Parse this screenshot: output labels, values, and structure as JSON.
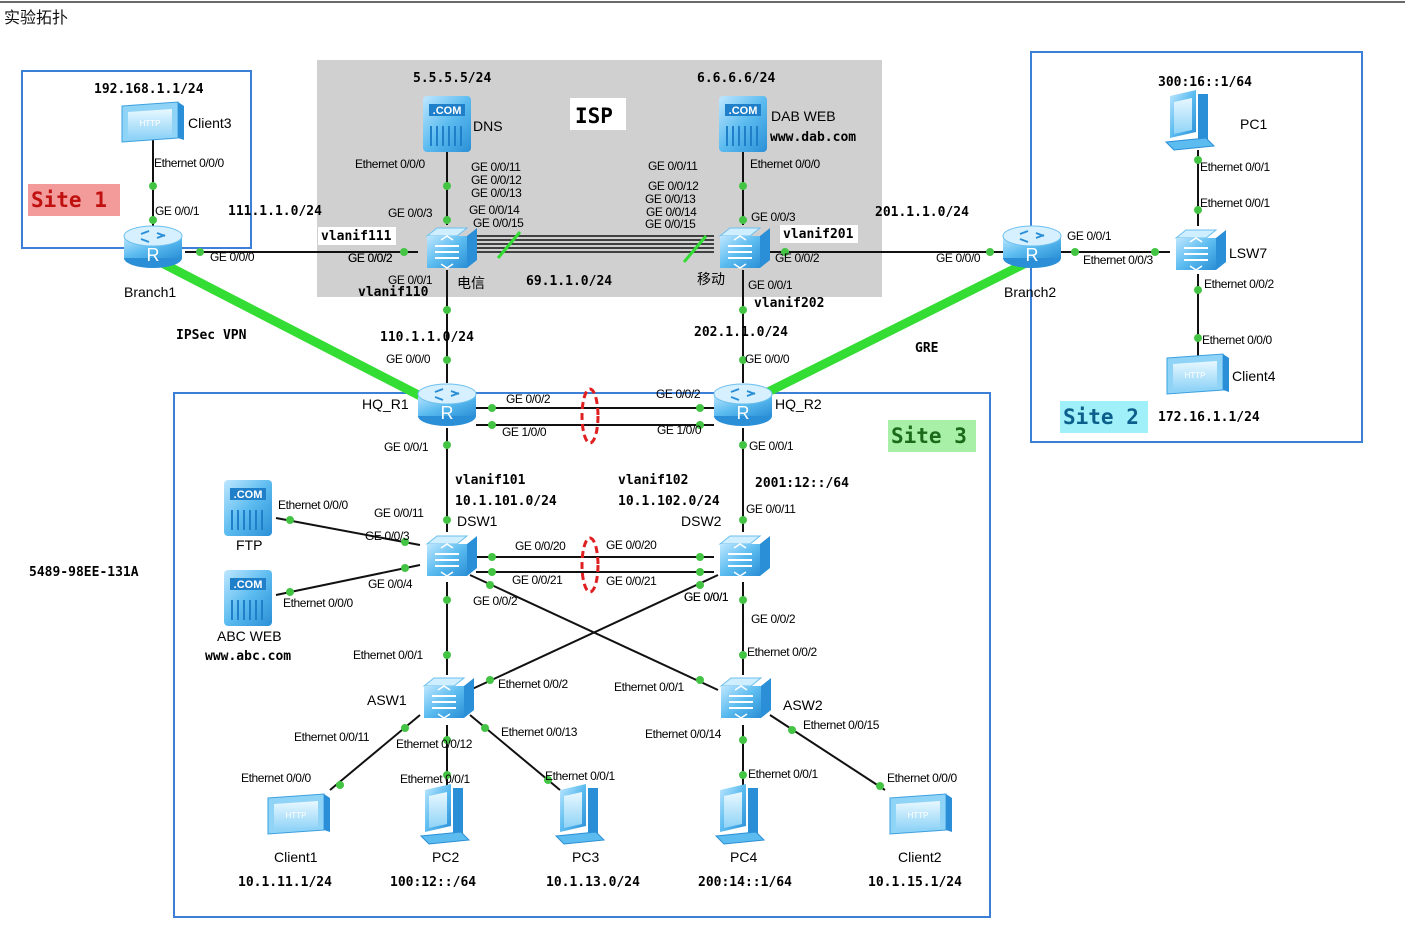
{
  "page": {
    "caption": "实验拓扑"
  },
  "colors": {
    "site_box": "#3b7fd6",
    "isp_box": "#d0d0d0",
    "tunnel": "#33dd33",
    "site1_bg": "#f39a9a",
    "site23_bg": "#a8f0a8",
    "site2_bg": "#9ff0f8",
    "device_blue": "#38a4e6"
  },
  "areas": {
    "site1": "Site 1",
    "site2": "Site 2",
    "site3": "Site 3",
    "isp": "ISP"
  },
  "devices": [
    {
      "id": "client3",
      "name": "Client3",
      "icon": "http-client-icon",
      "sub": ""
    },
    {
      "id": "branch1",
      "name": "Branch1",
      "icon": "router-icon",
      "sub": ""
    },
    {
      "id": "dns",
      "name": "DNS",
      "icon": "com-server-icon",
      "sub": ""
    },
    {
      "id": "dab",
      "name": "DAB WEB",
      "icon": "com-server-icon",
      "sub": "www.dab.com"
    },
    {
      "id": "dianxin",
      "name": "电信",
      "icon": "switch-icon",
      "sub": ""
    },
    {
      "id": "yidong",
      "name": "移动",
      "icon": "switch-icon",
      "sub": ""
    },
    {
      "id": "branch2",
      "name": "Branch2",
      "icon": "router-icon",
      "sub": ""
    },
    {
      "id": "pc1",
      "name": "PC1",
      "icon": "pc-icon",
      "sub": ""
    },
    {
      "id": "lsw7",
      "name": "LSW7",
      "icon": "switch-icon",
      "sub": ""
    },
    {
      "id": "client4",
      "name": "Client4",
      "icon": "http-client-icon",
      "sub": ""
    },
    {
      "id": "hqr1",
      "name": "HQ_R1",
      "icon": "router-icon",
      "sub": ""
    },
    {
      "id": "hqr2",
      "name": "HQ_R2",
      "icon": "router-icon",
      "sub": ""
    },
    {
      "id": "dsw1",
      "name": "DSW1",
      "icon": "switch-icon",
      "sub": ""
    },
    {
      "id": "dsw2",
      "name": "DSW2",
      "icon": "switch-icon",
      "sub": ""
    },
    {
      "id": "ftp",
      "name": "FTP",
      "icon": "com-server-icon",
      "sub": ""
    },
    {
      "id": "abc",
      "name": "ABC WEB",
      "icon": "com-server-icon",
      "sub": "www.abc.com"
    },
    {
      "id": "asw1",
      "name": "ASW1",
      "icon": "switch-icon",
      "sub": ""
    },
    {
      "id": "asw2",
      "name": "ASW2",
      "icon": "switch-icon",
      "sub": ""
    },
    {
      "id": "client1",
      "name": "Client1",
      "icon": "http-client-icon",
      "sub": ""
    },
    {
      "id": "pc2",
      "name": "PC2",
      "icon": "pc-icon",
      "sub": ""
    },
    {
      "id": "pc3",
      "name": "PC3",
      "icon": "pc-icon",
      "sub": ""
    },
    {
      "id": "pc4",
      "name": "PC4",
      "icon": "pc-icon",
      "sub": ""
    },
    {
      "id": "client2",
      "name": "Client2",
      "icon": "http-client-icon",
      "sub": ""
    }
  ],
  "ports": [
    "Ethernet 0/0/0",
    "GE 0/0/1",
    "GE 0/0/0",
    "GE 0/0/2",
    "Ethernet 0/0/0",
    "GE 0/0/3",
    "GE 0/0/2",
    "GE 0/0/1",
    "GE 0/0/11",
    "GE 0/0/12",
    "GE 0/0/13",
    "GE 0/0/14",
    "GE 0/0/15",
    "GE 0/0/11",
    "GE 0/0/12",
    "GE 0/0/13",
    "GE 0/0/14",
    "GE 0/0/15",
    "Ethernet 0/0/0",
    "GE 0/0/3",
    "GE 0/0/2",
    "GE 0/0/1",
    "GE 0/0/0",
    "GE 0/0/1",
    "Ethernet 0/0/3",
    "Ethernet 0/0/1",
    "Ethernet 0/0/1",
    "Ethernet 0/0/2",
    "Ethernet 0/0/0",
    "GE 0/0/0",
    "GE 0/0/2",
    "GE 1/0/0",
    "GE 0/0/1",
    "GE 0/0/0",
    "GE 0/0/2",
    "GE 1/0/0",
    "GE 0/0/1",
    "Ethernet 0/0/0",
    "GE 0/0/11",
    "GE 0/0/3",
    "GE 0/0/4",
    "Ethernet 0/0/0",
    "GE 0/0/20",
    "GE 0/0/21",
    "GE 0/0/2",
    "GE 0/0/1",
    "GE 0/0/11",
    "GE 0/0/20",
    "GE 0/0/21",
    "GE 0/0/1",
    "GE 0/0/2",
    "Ethernet 0/0/1",
    "Ethernet 0/0/2",
    "Ethernet 0/0/11",
    "Ethernet 0/0/12",
    "Ethernet 0/0/13",
    "Ethernet 0/0/1",
    "Ethernet 0/0/2",
    "Ethernet 0/0/14",
    "Ethernet 0/0/15",
    "Ethernet 0/0/0",
    "Ethernet 0/0/1",
    "Ethernet 0/0/1",
    "Ethernet 0/0/1",
    "Ethernet 0/0/0"
  ],
  "addresses": [
    "192.168.1.1/24",
    "111.1.1.0/24",
    "5.5.5.5/24",
    "6.6.6.6/24",
    "vlanif111",
    "vlanif110",
    "69.1.1.0/24",
    "vlanif201",
    "vlanif202",
    "201.1.1.0/24",
    "300:16::1/64",
    "172.16.1.1/24",
    "110.1.1.0/24",
    "202.1.1.0/24",
    "vlanif101",
    "10.1.101.0/24",
    "vlanif102",
    "10.1.102.0/24",
    "2001:12::/64",
    "5489-98EE-131A",
    "10.1.11.1/24",
    "100:12::/64",
    "10.1.13.0/24",
    "200:14::1/64",
    "10.1.15.1/24"
  ],
  "tunnels": [
    "IPSec VPN",
    "GRE"
  ]
}
